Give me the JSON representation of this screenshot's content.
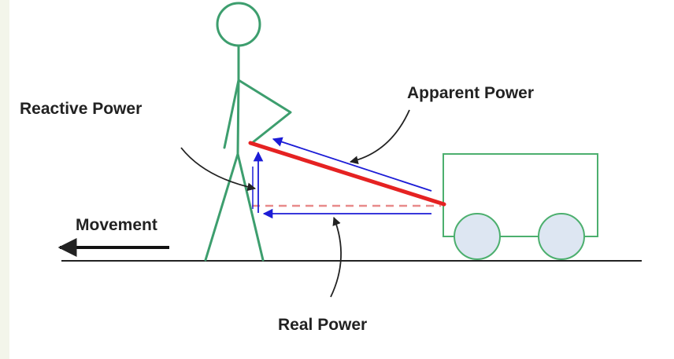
{
  "labels": {
    "reactive_power": "Reactive Power",
    "apparent_power": "Apparent Power",
    "movement": "Movement",
    "real_power": "Real Power"
  },
  "colors": {
    "page_background": "#f3f5ea",
    "stick_figure": "#3d9e6e",
    "cart_outline": "#4caf6e",
    "wheel_fill": "#dde6f2",
    "rope_apparent": "#e52222",
    "rope_real_dashed": "#e88a8a",
    "vector_arrows": "#1c1cd6",
    "ground_and_annotations": "#222222"
  }
}
